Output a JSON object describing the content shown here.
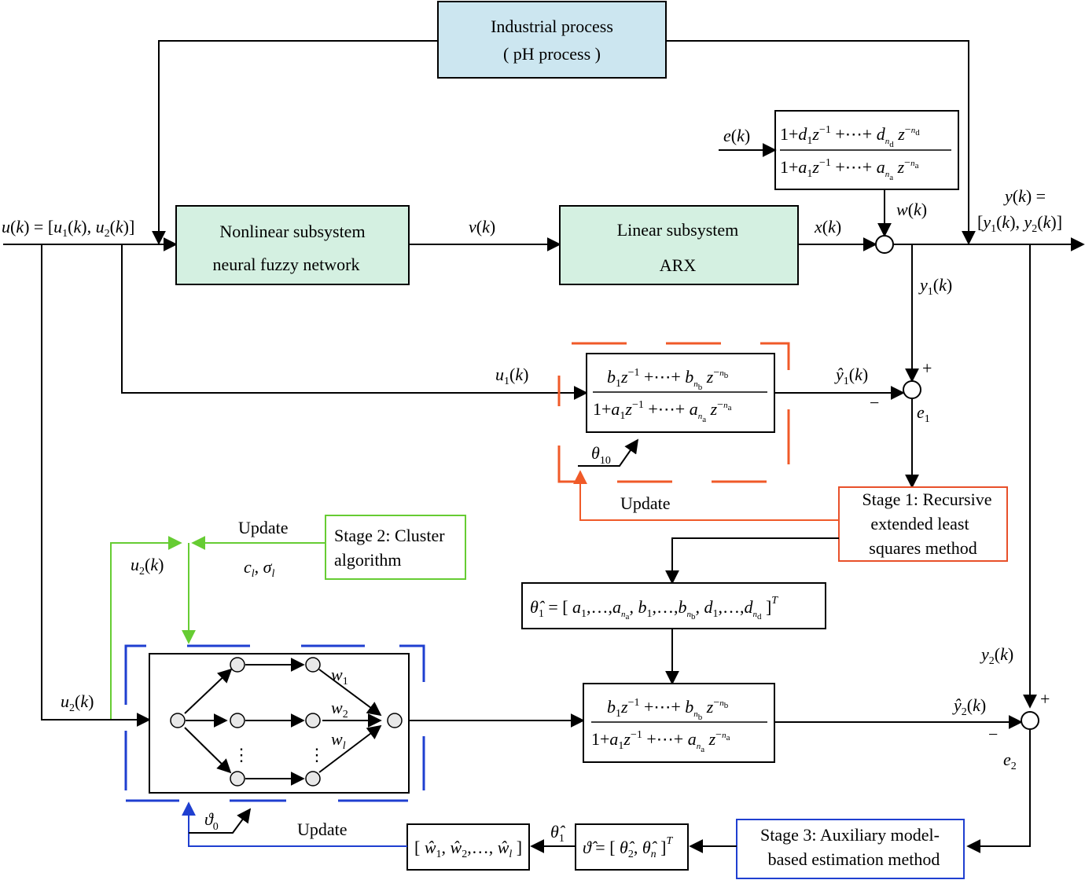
{
  "industrial_process": {
    "line1": "Industrial process",
    "line2": "( pH process )"
  },
  "nonlinear": {
    "line1": "Nonlinear subsystem",
    "line2": "neural fuzzy network"
  },
  "linear": {
    "line1": "Linear subsystem",
    "line2": "ARX"
  },
  "stage1": {
    "line1": "Stage 1: Recursive",
    "line2": "extended least",
    "line3": "squares method"
  },
  "stage2": {
    "line1": "Stage 2: Cluster",
    "line2": "algorithm"
  },
  "stage3": {
    "line1": "Stage 3: Auxiliary model-",
    "line2": "based estimation method"
  },
  "update_labels": [
    "Update",
    "Update",
    "Update"
  ],
  "signals": {
    "v": "v(k)",
    "x": "x(k)",
    "e": "e(k)",
    "w": "w(k)",
    "y1": "y1(k)",
    "y2": "y2(k)",
    "u1": "u1(k)",
    "u2_top": "u2(k)",
    "u2_bottom": "u2(k)",
    "e1": "e1",
    "e2": "e2",
    "c_sigma": "cl, σl",
    "theta10": "θ10",
    "theta0": "ϑ0",
    "theta1_hat": "θ̂1"
  },
  "colors": {
    "industrial_fill": "#cce6f0",
    "subsystem_fill": "#d4f0e1",
    "orange": "#f05a28",
    "green": "#66cc33",
    "blue": "#1f3fd0",
    "red_stage": "#e8502a"
  }
}
